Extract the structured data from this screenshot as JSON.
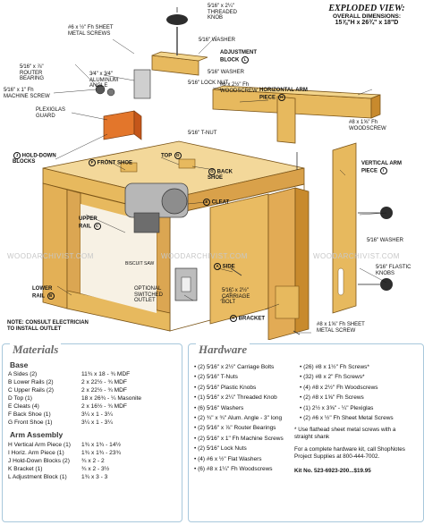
{
  "view": {
    "title": "EXPLODED VIEW:",
    "subtitle": "OVERALL DIMENSIONS:",
    "dimensions": "15⅞\"H x 26¾\" x 18\"D"
  },
  "watermarks": [
    "WOODARCHIVIST.COM",
    "WOODARCHIVIST.COM",
    "WOODARCHIVIST.COM"
  ],
  "callouts": {
    "sheet_metal_screws": "#6 x ½\" Fh SHEET METAL SCREWS",
    "threaded_knob": "5⁄16\" x 2¼\" THREADED KNOB",
    "washer_top": "5⁄16\" WASHER",
    "adjustment_block": "ADJUSTMENT BLOCK",
    "router_bearing": "5⁄16\" x ⅞\" ROUTER BEARING",
    "aluminum_angle": "3⁄4\" x 3⁄4\" ALUMINUM ANGLE",
    "washer_mid": "5⁄16\" WASHER",
    "lock_nut": "5⁄16\" LOCK NUT",
    "machine_screw": "5⁄16\" x 1\" Fh MACHINE SCREW",
    "plexiglas_guard": "PLEXIGLAS GUARD",
    "fh_woodscrew_top": "#8 x 2½\" Fh WOODSCREW",
    "t_nut": "5⁄16\" T-NUT",
    "horizontal_arm": "HORIZONTAL ARM PIECE",
    "fh_woodscrew_arm": "#8 x 1⅝\" Fh WOODSCREW",
    "hold_down": "HOLD-DOWN BLOCKS",
    "front_shoe": "FRONT SHOE",
    "top": "TOP",
    "back_shoe": "BACK SHOE",
    "vertical_arm": "VERTICAL ARM PIECE",
    "upper_rail": "UPPER RAIL",
    "cleat": "CLEAT",
    "biscuit_saw": "BISCUIT SAW",
    "washer_right": "5⁄16\" WASHER",
    "flastic_knobs": "5⁄16\" FLASTIC KNOBS",
    "side": "SIDE",
    "carriage_bolt": "5⁄16\" x 2½\" CARRIAGE BOLT",
    "lower_rail": "LOWER RAIL",
    "optional_outlet": "OPTIONAL SWITCHED OUTLET",
    "bracket": "BRACKET",
    "sheet_metal_screw_bottom": "#8 x 1⅝\" Fh SHEET METAL SCREW",
    "note": "NOTE: CONSULT ELECTRICIAN TO INSTALL OUTLET"
  },
  "letters": {
    "sheet_metal_screws": "",
    "adjustment_block": "L",
    "aluminum_angle": "",
    "machine_screw": "",
    "horizontal_arm": "H",
    "hold_down": "J",
    "front_shoe": "F",
    "top": "D",
    "back_shoe": "G",
    "vertical_arm": "I",
    "upper_rail": "C",
    "cleat": "E",
    "side": "A",
    "lower_rail": "B",
    "bracket": "K"
  },
  "materials": {
    "heading": "Materials",
    "base_heading": "Base",
    "base": [
      {
        "name": "A  Sides (2)",
        "dims": "11¾ x 18 - ¾ MDF"
      },
      {
        "name": "B  Lower Rails (2)",
        "dims": "2 x 22½ - ¾ MDF"
      },
      {
        "name": "C  Upper Rails (2)",
        "dims": "2 x 22½ - ¾ MDF"
      },
      {
        "name": "D  Top (1)",
        "dims": "18 x 26¾ - ¼ Masonite"
      },
      {
        "name": "E  Cleats (4)",
        "dims": "2 x 16½ - ¾ MDF"
      },
      {
        "name": "F  Back Shoe (1)",
        "dims": "3¼ x 1 - 3¼"
      },
      {
        "name": "G  Front Shoe (1)",
        "dims": "3¼ x 1 - 3¼"
      }
    ],
    "arm_heading": "Arm Assembly",
    "arm": [
      {
        "name": "H  Vertical Arm Piece (1)",
        "dims": "1¾ x 1¾ - 14½"
      },
      {
        "name": "I  Horiz. Arm Piece (1)",
        "dims": "1¾ x 1¾ - 23¾"
      },
      {
        "name": "J  Hold-Down Blocks (2)",
        "dims": "¾ x 2 - 2"
      },
      {
        "name": "K  Bracket (1)",
        "dims": "¾ x 2 - 3½"
      },
      {
        "name": "L  Adjustment Block (1)",
        "dims": "1¾ x 3 - 3"
      }
    ]
  },
  "hardware": {
    "heading": "Hardware",
    "left": [
      "• (2) 5⁄16\" x 2½\" Carriage Bolts",
      "• (2) 5⁄16\" T-Nuts",
      "• (2) 5⁄16\" Plastic Knobs",
      "• (1) 5⁄16\" x 2¼\" Threaded Knob",
      "• (6) 5⁄16\" Washers",
      "• (2) ¾\" x ¾\" Alum. Angle - 3\" long",
      "• (2) 5⁄16\" x ⅞\" Router Bearings",
      "• (2) 5⁄16\" x 1\" Fh Machine Screws",
      "• (2) 5⁄16\" Lock Nuts",
      "• (4) #6 x ½\" Flat Washers",
      "• (6) #8 x 1¼\" Fh Woodscrews"
    ],
    "right": [
      "• (26) #8 x 1½\" Fh Screws*",
      "• (32) #8 x 2\" Fh Screws*",
      "• (4) #8 x 2½\" Fh Woodscrews",
      "• (2) #8 x 1⅝\" Fh Screws",
      "• (1) 2½ x 3⅝\" - ¼\" Plexiglas",
      "• (2) #6 x ½\" Fh Sheet Metal Screws"
    ],
    "footnote": "* Use flathead sheet metal screws with a straight shank",
    "kit": "For a complete hardware kit, call ShopNotes Project Supplies at 800-444-7002.",
    "kit_no": "Kit No. 523-6923-200...$19.95"
  },
  "colors": {
    "wood": "#e7b95e",
    "wood_dark": "#c88a2d",
    "wood_light": "#f3d58c",
    "panel_border": "#a8c8dc"
  }
}
